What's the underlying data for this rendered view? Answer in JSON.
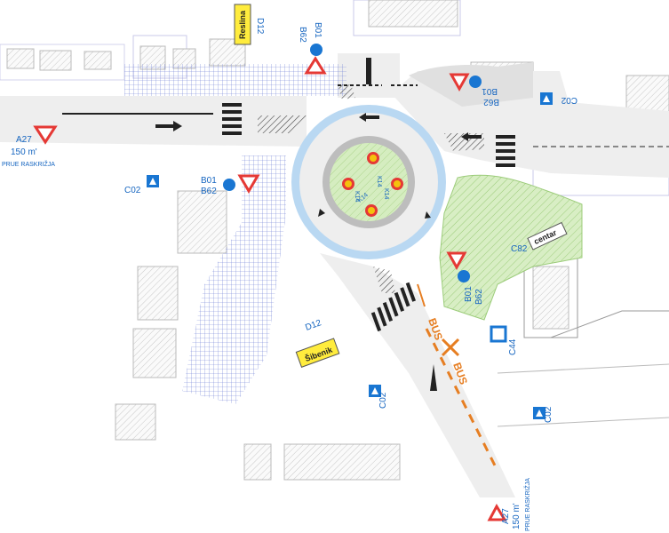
{
  "signs": {
    "a27_left": "A27",
    "a27_left_dist": "150 m'",
    "a27_left_text": "PRUE RASKRIŽJA",
    "c02_left": "C02",
    "b01_left": "B01",
    "b62_left": "B62",
    "d12_top": "D12",
    "reslina": "Reslina",
    "b62_top": "B62",
    "b01_top": "B01",
    "b01_right": "B01",
    "b62_right": "B62",
    "c02_right": "C02",
    "centar": "centar",
    "c82": "C82",
    "b01_lower": "B01",
    "b62_lower": "B62",
    "c44": "C44",
    "d12_bottom": "D12",
    "sibenik": "Šibenik",
    "c02_bottom": "C02",
    "c02_bottom_right": "C02",
    "a27_bottom": "A27",
    "a27_bottom_dist": "150 m'",
    "a27_bottom_text": "PRUE RASKRIŽJA",
    "k14_a": "K14",
    "k14_b": "K14",
    "k14_c": "K14",
    "k14_d": "K14",
    "bus_1": "BUS",
    "bus_2": "BUS"
  },
  "colors": {
    "road": "#eeeeee",
    "ring": "#b9d8f2",
    "green": "#cfe9b5",
    "hatch": "#6b7bd6",
    "sign_blue": "#1976d2",
    "sign_red": "#e53935",
    "orange": "#e67e22"
  }
}
